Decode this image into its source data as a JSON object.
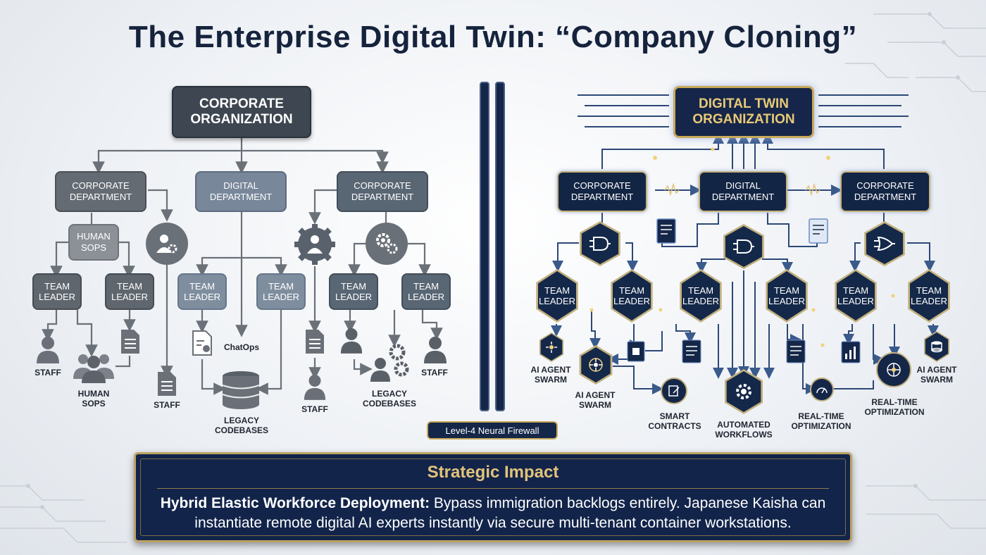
{
  "title": "The Enterprise Digital Twin: “Company Cloning”",
  "left": {
    "root": "Corporate Organization",
    "departments": [
      "Corporate Department",
      "Digital Department",
      "Corporate Department"
    ],
    "sub_sops": "Human SOPs",
    "team_leader": "Team Leader",
    "labels": {
      "staff_1": "Staff",
      "human_sops": "Human SOPs",
      "staff_2": "Staff",
      "chatops": "ChatOps",
      "legacy_1": "Legacy Codebases",
      "staff_3": "Staff",
      "legacy_2": "Legacy Codebases",
      "staff_4": "Staff"
    }
  },
  "firewall": {
    "label": "Level-4 Neural Firewall"
  },
  "right": {
    "root": "Digital Twin Organization",
    "departments": [
      "Corporate Department",
      "Digital Department",
      "Corporate Department"
    ],
    "team_leader": "Team Leader",
    "labels": {
      "swarm_1": "AI Agent Swarm",
      "swarm_2": "AI Agent Swarm",
      "smart_contracts": "Smart Contracts",
      "automated_workflows": "Automated Workflows",
      "realtime_1": "Real-Time Optimization",
      "realtime_2": "Real-Time Optimization",
      "swarm_3": "AI Agent Swarm"
    }
  },
  "impact": {
    "title": "Strategic Impact",
    "lead": "Hybrid Elastic Workforce Deployment:",
    "body": " Bypass immigration backlogs entirely. Japanese Kaisha can instantiate remote digital AI experts instantly via secure multi-tenant container workstations."
  },
  "colors": {
    "navy": "#132544",
    "gold": "#c9a95a",
    "gray_dark": "#3d4651",
    "gray_mid": "#646b73"
  },
  "icons": [
    "user-icon",
    "users-icon",
    "document-icon",
    "database-icon",
    "gear-icon",
    "logic-gate-icon",
    "chip-icon",
    "chart-icon",
    "gauge-icon",
    "signature-icon",
    "network-icon"
  ]
}
